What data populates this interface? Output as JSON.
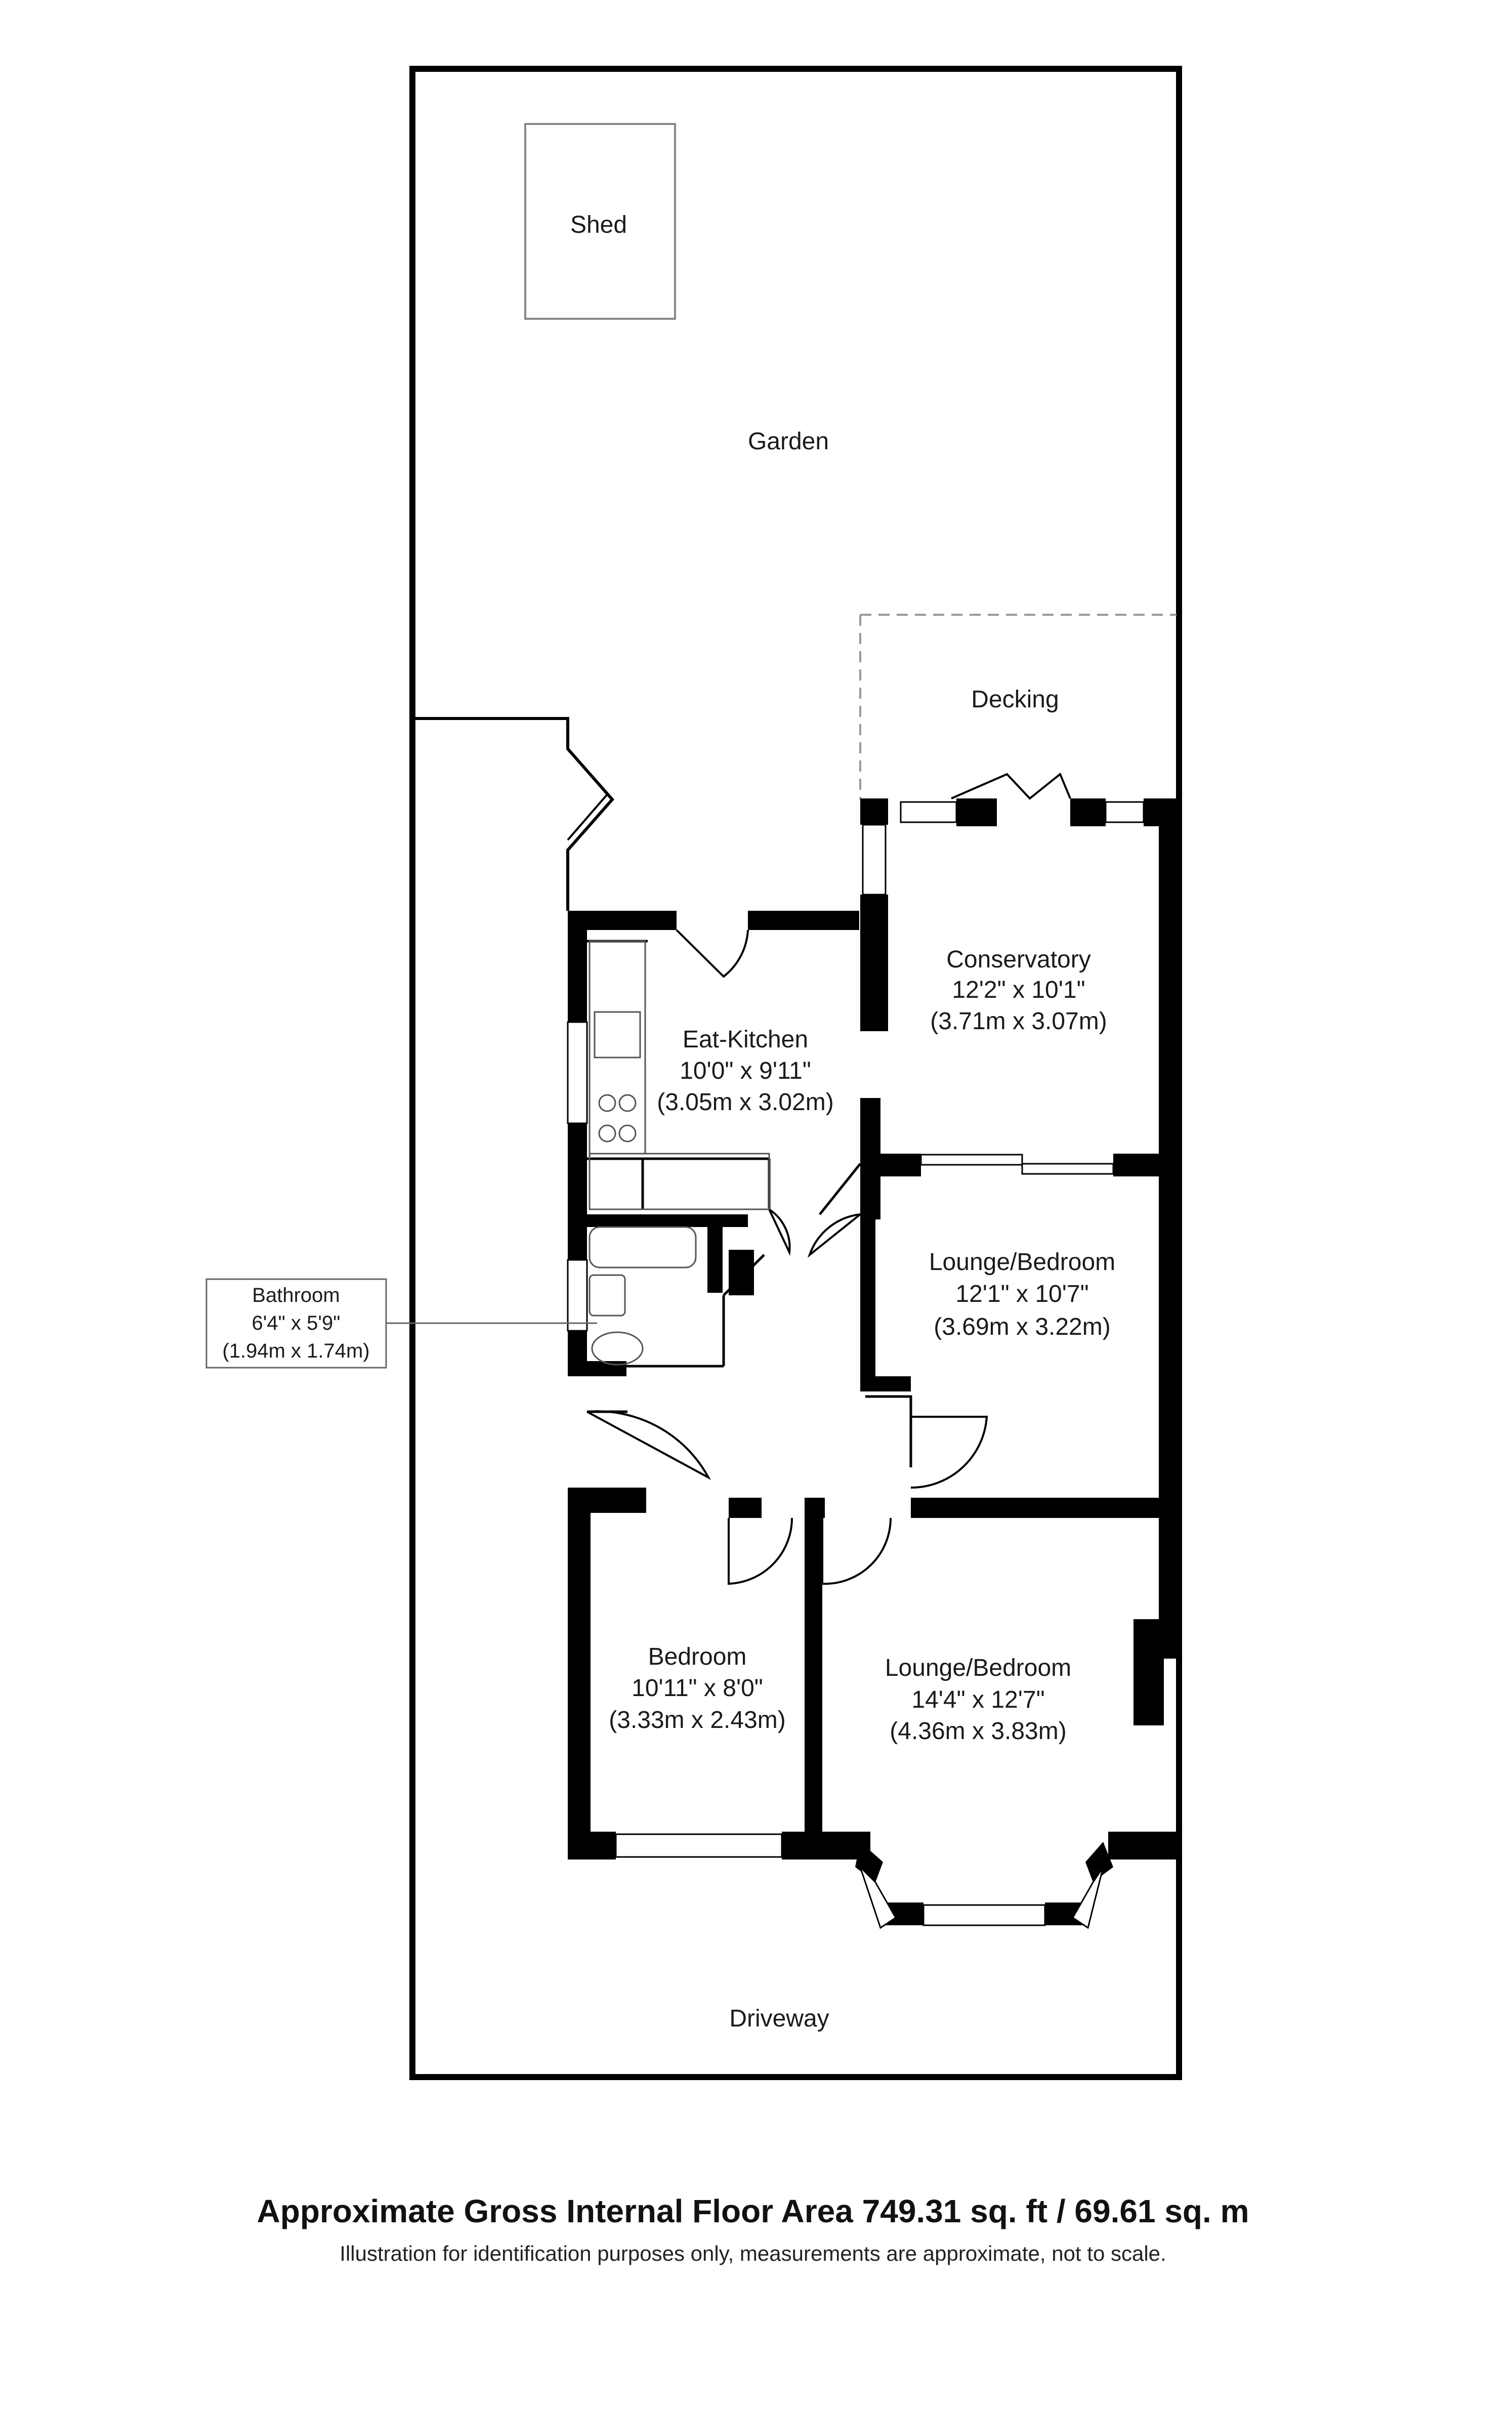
{
  "plan": {
    "colors": {
      "wall": "#000000",
      "line": "#222222",
      "background": "#ffffff",
      "fixture": "#555555"
    },
    "rooms": {
      "shed": {
        "name": "Shed"
      },
      "garden": {
        "name": "Garden"
      },
      "decking": {
        "name": "Decking"
      },
      "conservatory": {
        "name": "Conservatory",
        "dim_imperial": "12'2\" x 10'1\"",
        "dim_metric": "(3.71m x 3.07m)"
      },
      "eat_kitchen": {
        "name": "Eat-Kitchen",
        "dim_imperial": "10'0\" x 9'11\"",
        "dim_metric": "(3.05m x 3.02m)"
      },
      "lounge_bedroom_rear": {
        "name": "Lounge/Bedroom",
        "dim_imperial": "12'1\" x 10'7\"",
        "dim_metric": "(3.69m x 3.22m)"
      },
      "bathroom": {
        "name": "Bathroom",
        "dim_imperial": "6'4\" x 5'9\"",
        "dim_metric": "(1.94m x 1.74m)"
      },
      "bedroom": {
        "name": "Bedroom",
        "dim_imperial": "10'11\" x 8'0\"",
        "dim_metric": "(3.33m x 2.43m)"
      },
      "lounge_bedroom_front": {
        "name": "Lounge/Bedroom",
        "dim_imperial": "14'4\" x 12'7\"",
        "dim_metric": "(4.36m x 3.83m)"
      },
      "driveway": {
        "name": "Driveway"
      }
    }
  },
  "footer": {
    "area": "Approximate Gross Internal Floor Area 749.31 sq. ft / 69.61 sq. m",
    "disclaimer": "Illustration for identification purposes only, measurements are approximate, not to scale."
  }
}
